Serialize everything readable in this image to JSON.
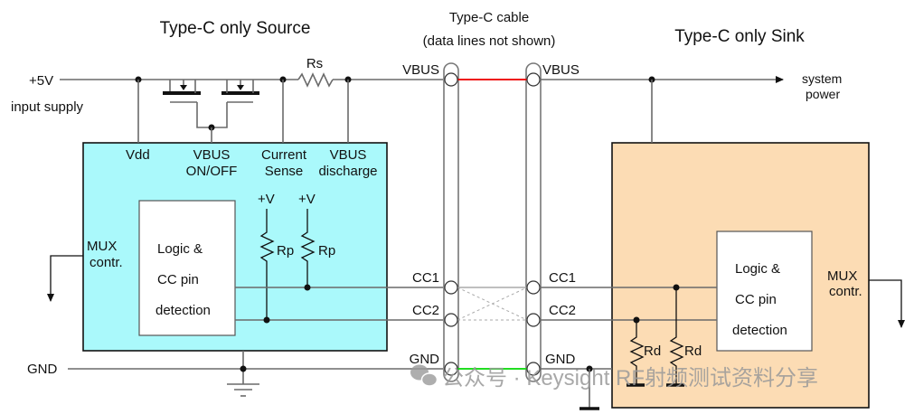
{
  "source": {
    "title": "Type-C only Source",
    "input_voltage": "+5V",
    "input_label": "input supply",
    "sense_resistor": "Rs",
    "pins": {
      "vdd": "Vdd",
      "vbus_onoff_1": "VBUS",
      "vbus_onoff_2": "ON/OFF",
      "current_sense_1": "Current",
      "current_sense_2": "Sense",
      "vbus_discharge_1": "VBUS",
      "vbus_discharge_2": "discharge"
    },
    "pullup_supply": "+V",
    "pullup_resistor": "Rp",
    "logic_block": [
      "Logic &",
      "CC pin",
      "detection"
    ],
    "mux_1": "MUX",
    "mux_2": "contr.",
    "gnd": "GND",
    "box_color": "#aaf9fb"
  },
  "cable": {
    "title_1": "Type-C cable",
    "title_2": "(data lines not shown)",
    "pins_left": [
      "VBUS",
      "CC1",
      "CC2",
      "GND"
    ],
    "pins_right": [
      "VBUS",
      "CC1",
      "CC2",
      "GND"
    ],
    "vbus_color": "#ee1111",
    "gnd_color": "#22dd22"
  },
  "sink": {
    "title": "Type-C only Sink",
    "output_label_1": "system",
    "output_label_2": "power",
    "pulldown_resistor": "Rd",
    "logic_block": [
      "Logic &",
      "CC pin",
      "detection"
    ],
    "mux_1": "MUX",
    "mux_2": "contr.",
    "box_color": "#fcdcb4"
  },
  "watermark": {
    "text": "公众号 · Keysight RF射频测试资料分享",
    "icon": "wechat-icon"
  }
}
